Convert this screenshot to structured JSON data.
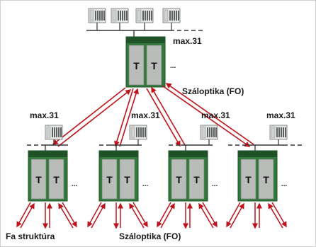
{
  "diagram": {
    "top_label_max": "max.31",
    "fiber_label_top": "Száloptika (FO)",
    "fiber_label_bottom": "Száloptika (FO)",
    "tree_label": "Fa struktúra",
    "module_letter": "T",
    "ellipsis": "...",
    "branch_labels_max": [
      "max.31",
      "max.31",
      "max.31",
      "max.31"
    ],
    "colors": {
      "module_green": "#2f7a3a",
      "module_dark": "#1f5227",
      "slot_gray": "#b9bcb9",
      "arrow_red": "#c0121a",
      "bus_line": "#333333"
    }
  }
}
